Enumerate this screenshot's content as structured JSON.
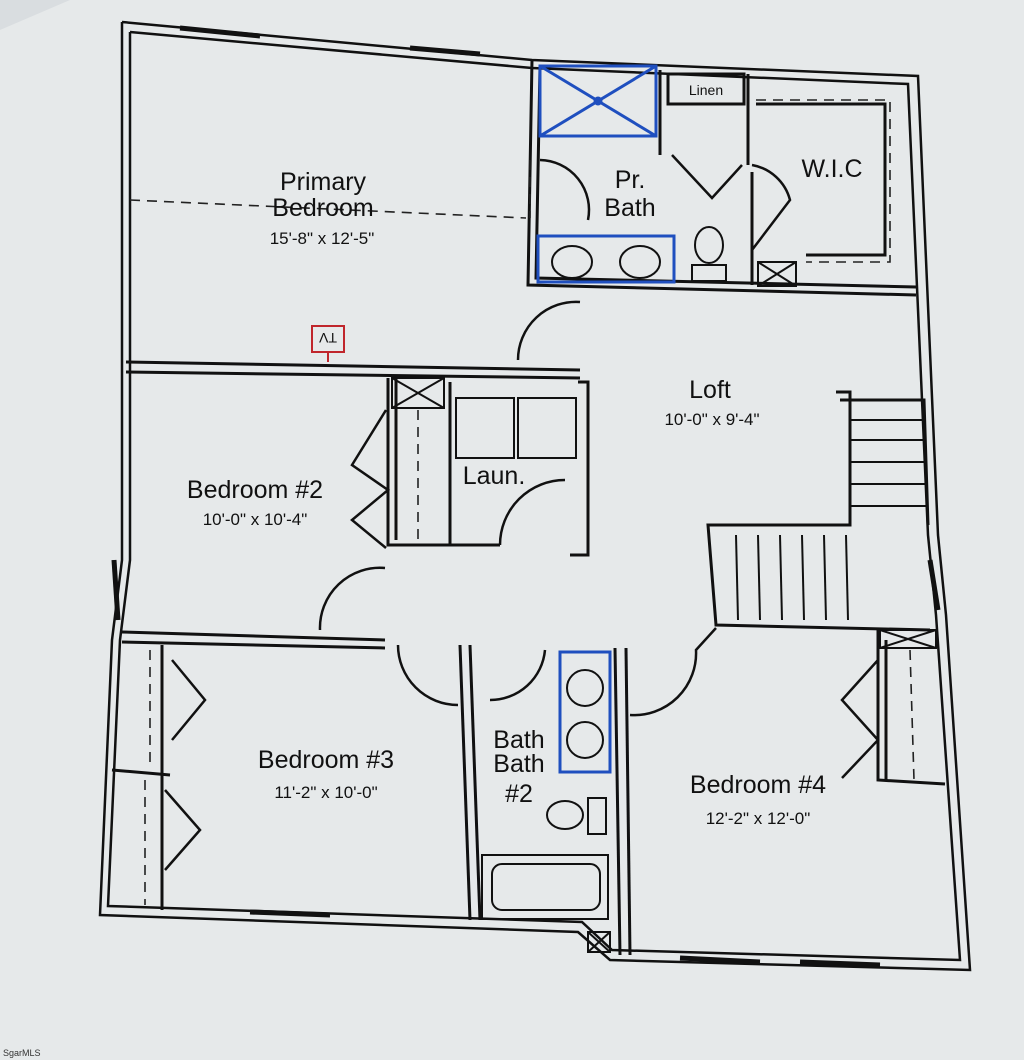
{
  "rooms": {
    "primary_bedroom": {
      "line1": "Primary",
      "line2": "Bedroom",
      "dims": "15'-8\" x 12'-5\""
    },
    "pr_bath": {
      "line1": "Pr.",
      "line2": "Bath"
    },
    "linen": {
      "label": "Linen"
    },
    "wic": {
      "label": "W.I.C"
    },
    "tv": {
      "label": "TV"
    },
    "loft": {
      "label": "Loft",
      "dims": "10'-0\" x 9'-4\""
    },
    "laundry": {
      "label": "Laun."
    },
    "bedroom2": {
      "label": "Bedroom #2",
      "dims": "10'-0\" x 10'-4\""
    },
    "bedroom3": {
      "label": "Bedroom #3",
      "dims": "11'-2\" x 10'-0\""
    },
    "bath2": {
      "line1": "Bath",
      "line2": "Bath",
      "line3": "#2"
    },
    "bedroom4": {
      "label": "Bedroom #4",
      "dims": "12'-2\" x 12'-0\""
    }
  },
  "watermark": "SgarMLS",
  "colors": {
    "wall": "#111111",
    "fixture_blue": "#1f4fbf",
    "tv_red": "#c0262c",
    "paper": "#e6e9ea"
  }
}
